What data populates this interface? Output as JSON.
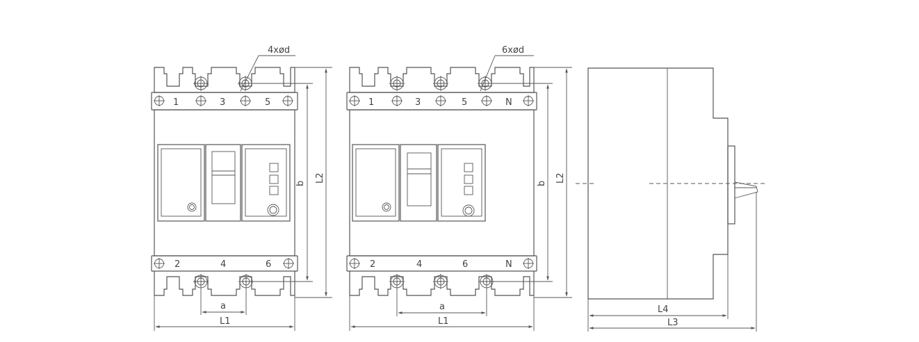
{
  "views": {
    "three_pole": {
      "hole_callout": "4xød",
      "top_terminals": [
        "1",
        "3",
        "5"
      ],
      "bottom_terminals": [
        "2",
        "4",
        "6"
      ],
      "dim_a": "a",
      "dim_b": "b",
      "dim_L1": "L1",
      "dim_L2": "L2"
    },
    "four_pole": {
      "hole_callout": "6xød",
      "top_terminals": [
        "1",
        "3",
        "5",
        "N"
      ],
      "bottom_terminals": [
        "2",
        "4",
        "6",
        "N"
      ],
      "dim_a": "a",
      "dim_b": "b",
      "dim_L1": "L1",
      "dim_L2": "L2"
    },
    "side": {
      "dim_L3": "L3",
      "dim_L4": "L4"
    }
  },
  "colors": {
    "line": "#555555",
    "background": "#ffffff"
  }
}
